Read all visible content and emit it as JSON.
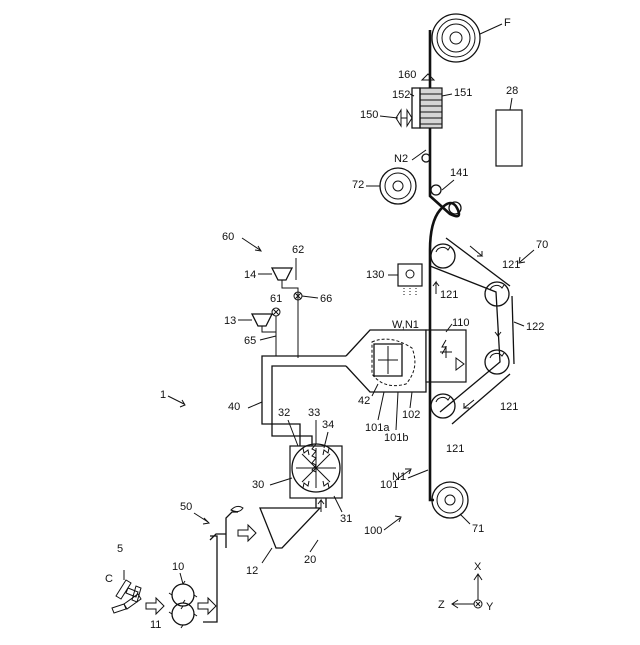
{
  "labels": {
    "l1": "1",
    "l5": "5",
    "lC": "C",
    "l10": "10",
    "l11": "11",
    "l12": "12",
    "l13": "13",
    "l14": "14",
    "l20": "20",
    "l28": "28",
    "l30": "30",
    "l31": "31",
    "l32": "32",
    "l33": "33",
    "l34": "34",
    "l40": "40",
    "l42": "42",
    "l50": "50",
    "l60": "60",
    "l61": "61",
    "l62": "62",
    "l65": "65",
    "l66": "66",
    "l70": "70",
    "l71": "71",
    "l72": "72",
    "l100": "100",
    "l101": "101",
    "l101a": "101a",
    "l101b": "101b",
    "l102": "102",
    "l110": "110",
    "l121a": "121",
    "l121b": "121",
    "l121c": "121",
    "l121d": "121",
    "l122": "122",
    "l130": "130",
    "l141": "141",
    "l150": "150",
    "l151": "151",
    "l152": "152",
    "l160": "160",
    "lWN1": "W,N1",
    "lN1": "N1",
    "lN2": "N2",
    "lF": "F"
  },
  "axes": {
    "x": "X",
    "y": "Y",
    "z": "Z"
  }
}
